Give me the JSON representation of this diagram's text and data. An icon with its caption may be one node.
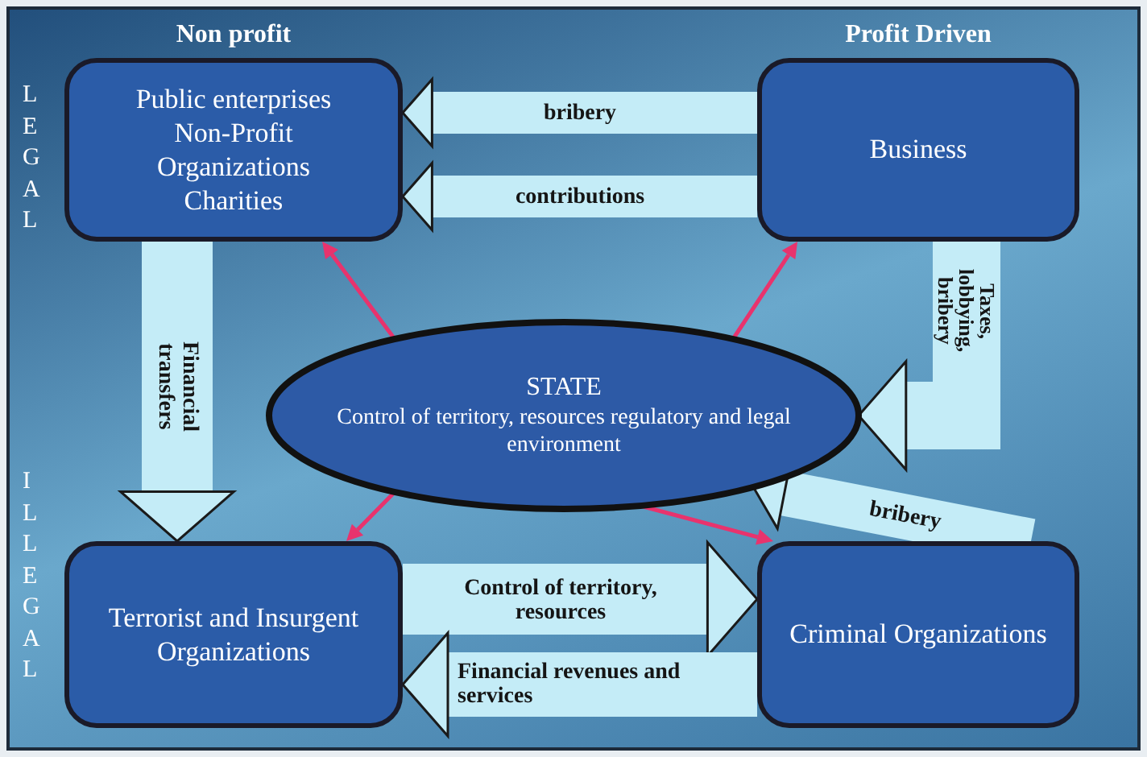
{
  "diagram": {
    "nodes": [
      {
        "text": [
          "Public enterprises",
          "Non-Profit Organizations",
          "Charities"
        ]
      },
      {
        "text": [
          "Business"
        ]
      },
      {
        "text": [
          "STATE",
          "Control of territory, resources regulatory and legal environment"
        ]
      },
      {
        "text": [
          "Terrorist and Insurgent Organizations"
        ]
      },
      {
        "text": [
          "Criminal Organizations"
        ]
      }
    ],
    "edges": [
      {
        "from": 1,
        "to": 0,
        "arrow": "to",
        "label": "bribery"
      },
      {
        "from": 1,
        "to": 0,
        "arrow": "to",
        "label": "contributions"
      },
      {
        "from": 1,
        "to": 2,
        "arrow": "to",
        "label": "Taxes, lobbying, bribery"
      },
      {
        "from": 0,
        "to": 3,
        "arrow": "to",
        "label": "Financial transfers"
      },
      {
        "from": 4,
        "to": 2,
        "arrow": "to",
        "label": "bribery"
      },
      {
        "from": 3,
        "to": 4,
        "arrow": "to",
        "label": "Control of territory, resources"
      },
      {
        "from": 4,
        "to": 3,
        "arrow": "to",
        "label": "Financial revenues and services"
      },
      {
        "from": 2,
        "to": 0,
        "arrow": "to",
        "color": "#e8336d"
      },
      {
        "from": 2,
        "to": 1,
        "arrow": "to",
        "color": "#e8336d"
      },
      {
        "from": 2,
        "to": 3,
        "arrow": "to",
        "color": "#e8336d"
      },
      {
        "from": 2,
        "to": 4,
        "arrow": "to",
        "color": "#e8336d"
      }
    ],
    "labels": [
      "Non profit",
      "Profit Driven",
      "LEGAL",
      "ILLEGAL"
    ]
  }
}
